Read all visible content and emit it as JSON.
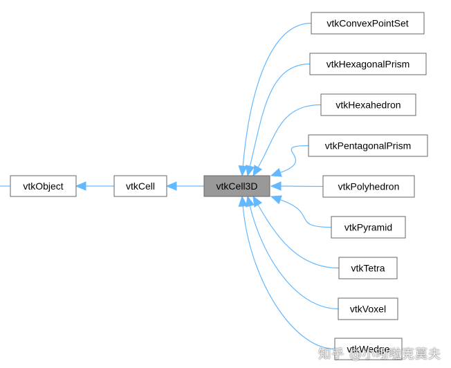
{
  "diagram": {
    "colors": {
      "edge": "#63b8ff",
      "node_border": "#666666",
      "node_fill": "#ffffff",
      "current_fill": "#999999"
    },
    "nodes": {
      "vtkObject": "vtkObject",
      "vtkCell": "vtkCell",
      "vtkCell3D": "vtkCell3D",
      "vtkConvexPointSet": "vtkConvexPointSet",
      "vtkHexagonalPrism": "vtkHexagonalPrism",
      "vtkHexahedron": "vtkHexahedron",
      "vtkPentagonalPrism": "vtkPentagonalPrism",
      "vtkPolyhedron": "vtkPolyhedron",
      "vtkPyramid": "vtkPyramid",
      "vtkTetra": "vtkTetra",
      "vtkVoxel": "vtkVoxel",
      "vtkWedge": "vtkWedge"
    },
    "current_node": "vtkCell3D",
    "edges": [
      {
        "from": "vtkCell",
        "to": "vtkObject"
      },
      {
        "from": "vtkCell3D",
        "to": "vtkCell"
      },
      {
        "from": "vtkConvexPointSet",
        "to": "vtkCell3D"
      },
      {
        "from": "vtkHexagonalPrism",
        "to": "vtkCell3D"
      },
      {
        "from": "vtkHexahedron",
        "to": "vtkCell3D"
      },
      {
        "from": "vtkPentagonalPrism",
        "to": "vtkCell3D"
      },
      {
        "from": "vtkPolyhedron",
        "to": "vtkCell3D"
      },
      {
        "from": "vtkPyramid",
        "to": "vtkCell3D"
      },
      {
        "from": "vtkTetra",
        "to": "vtkCell3D"
      },
      {
        "from": "vtkVoxel",
        "to": "vtkCell3D"
      },
      {
        "from": "vtkWedge",
        "to": "vtkCell3D"
      }
    ]
  },
  "watermark": {
    "text": "知乎 @小吲啦克莫夫"
  }
}
